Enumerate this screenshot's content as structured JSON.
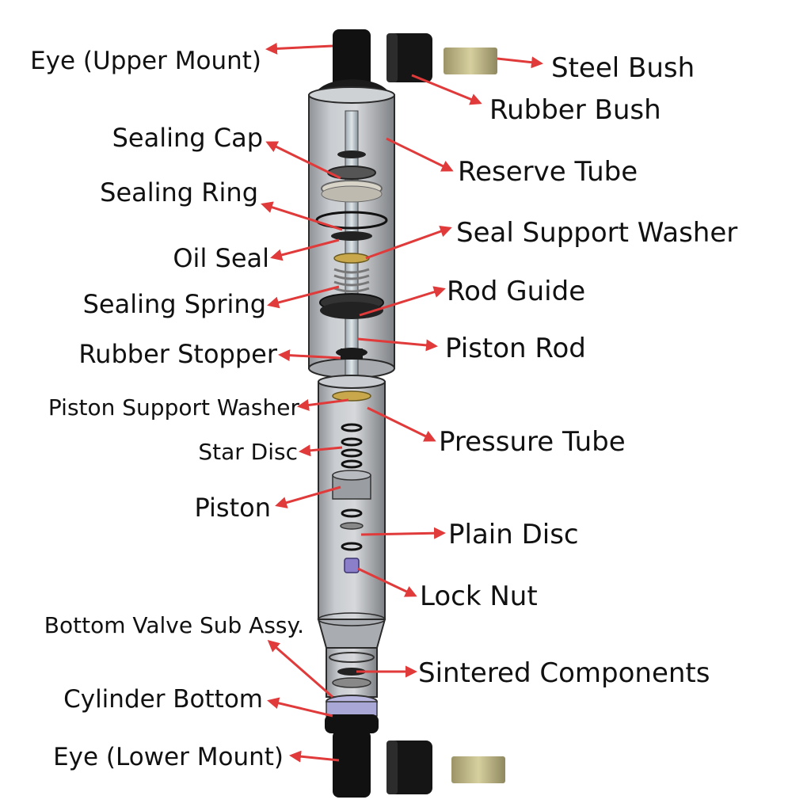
{
  "colors": {
    "arrow": "#e03a3a",
    "text": "#111111",
    "tube_fill": "#b9bcc0",
    "tube_stroke": "#2a2a2a",
    "rubber": "#111111",
    "bush_brass": "#bfb78a",
    "washer_gold": "#c8a84a",
    "nut_purple": "#8a7fc8"
  },
  "labels": {
    "eye_upper": "Eye (Upper Mount)",
    "steel_bush": "Steel Bush",
    "rubber_bush": "Rubber Bush",
    "sealing_cap": "Sealing Cap",
    "reserve_tube": "Reserve Tube",
    "sealing_ring": "Sealing Ring",
    "seal_support_washer": "Seal Support Washer",
    "oil_seal": "Oil Seal",
    "rod_guide": "Rod Guide",
    "sealing_spring": "Sealing Spring",
    "piston_rod": "Piston Rod",
    "rubber_stopper": "Rubber Stopper",
    "piston_support_washer": "Piston Support Washer",
    "pressure_tube": "Pressure Tube",
    "star_disc": "Star Disc",
    "piston": "Piston",
    "plain_disc": "Plain Disc",
    "lock_nut": "Lock Nut",
    "bottom_valve": "Bottom Valve Sub Assy.",
    "sintered": "Sintered Components",
    "cylinder_bottom": "Cylinder Bottom",
    "eye_lower": "Eye (Lower Mount)"
  }
}
